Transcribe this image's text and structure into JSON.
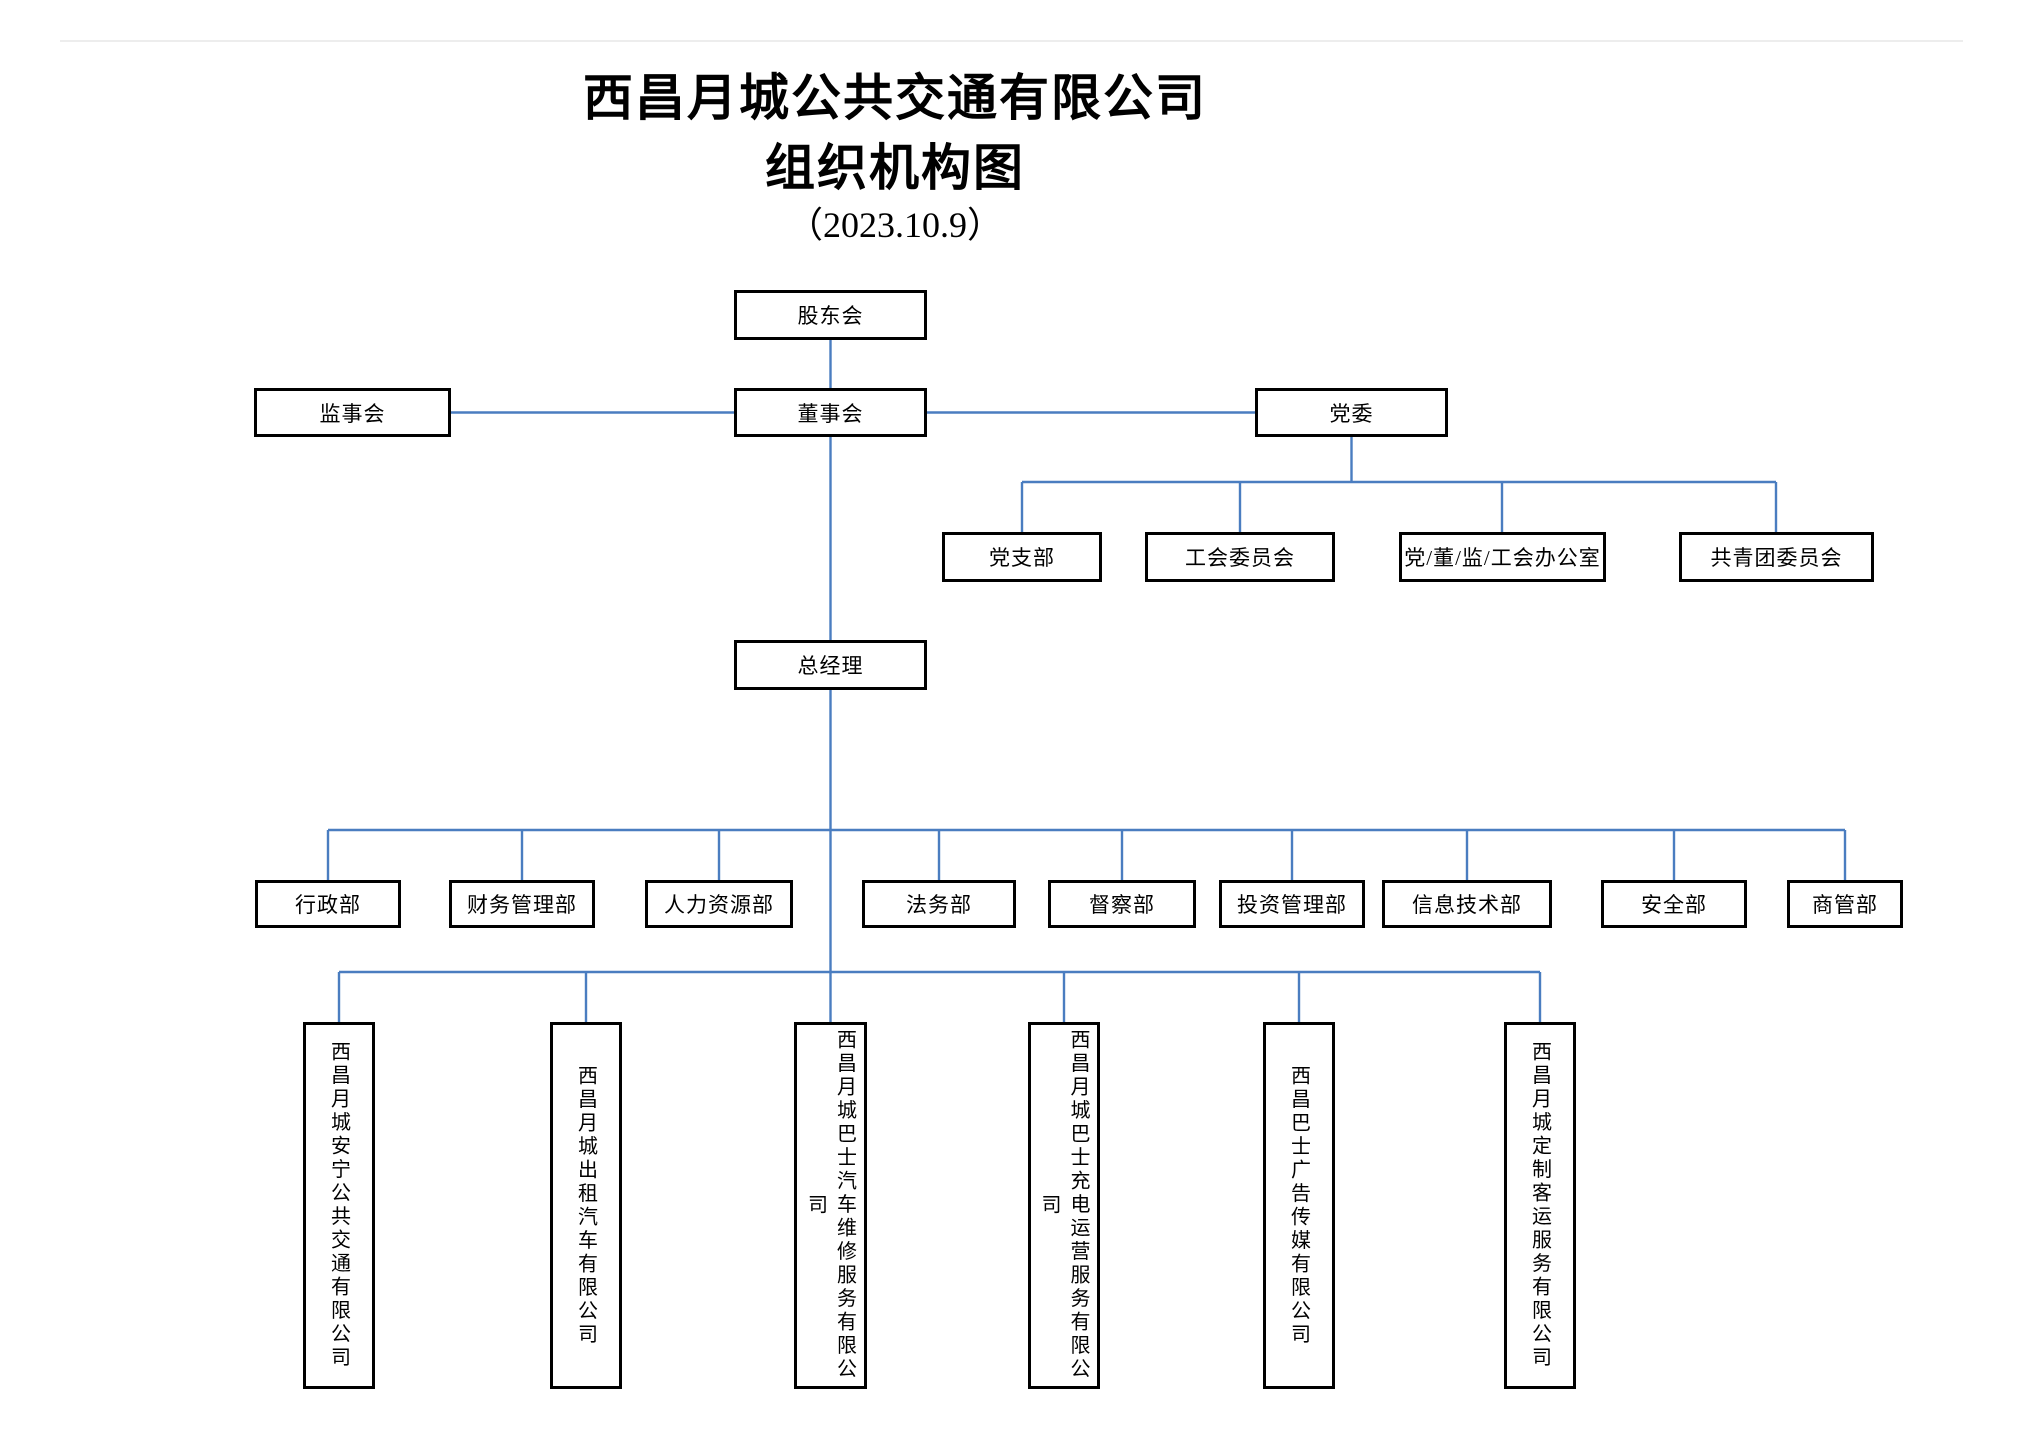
{
  "title": {
    "line1": "西昌月城公共交通有限公司",
    "line2": "组织机构图",
    "date": "（2023.10.9）"
  },
  "nodes": {
    "shareholders": "股东会",
    "supervisory_board": "监事会",
    "board_of_directors": "董事会",
    "party_committee": "党委",
    "party_branch": "党支部",
    "union_committee": "工会委员会",
    "party_board_supervisory_union_office": "党/董/监/工会办公室",
    "youth_league_committee": "共青团委员会",
    "general_manager": "总经理"
  },
  "departments": [
    "行政部",
    "财务管理部",
    "人力资源部",
    "法务部",
    "督察部",
    "投资管理部",
    "信息技术部",
    "安全部",
    "商管部"
  ],
  "subsidiaries": [
    "西昌月城安宁公共交通有限公司",
    "西昌月城出租汽车有限公司",
    "西昌月城巴士汽车维修服务有限公司",
    "西昌月城巴士充电运营服务有限公司",
    "西昌巴士广告传媒有限公司",
    "西昌月城定制客运服务有限公司"
  ],
  "colors": {
    "connector": "#4a7dc0",
    "box_border": "#000000",
    "text": "#000000",
    "background": "#ffffff"
  }
}
